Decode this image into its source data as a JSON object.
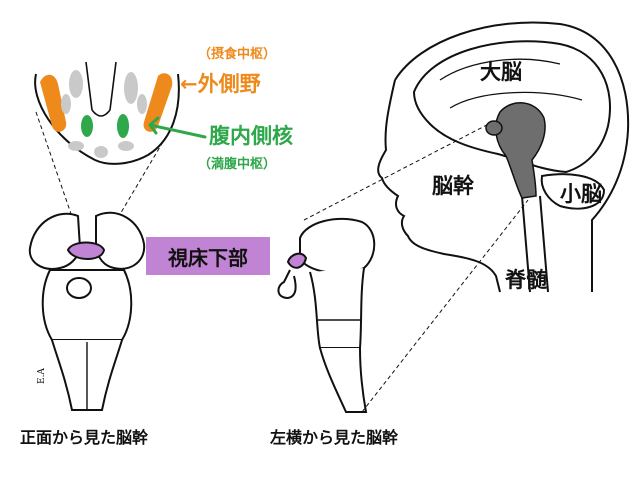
{
  "labels": {
    "feeding_center": "（摂食中枢）",
    "lateral_area": "←外側野",
    "ventromedial_nucleus": "腹内側核",
    "satiety_center": "（満腹中枢）",
    "hypothalamus": "視床下部",
    "cerebrum": "大脳",
    "brainstem": "脳幹",
    "cerebellum": "小脳",
    "spinal_cord": "脊髄",
    "front_caption": "正面から見た脳幹",
    "side_caption": "左横から見た脳幹",
    "signature": "E.A"
  },
  "colors": {
    "lateral_orange": "#ee8a1c",
    "ventromedial_green": "#2ea84a",
    "hypothalamus_purple": "#c183d3",
    "gray_region": "#c9c9c9",
    "brainstem_fill": "#6e6e6e",
    "outline": "#111111"
  }
}
